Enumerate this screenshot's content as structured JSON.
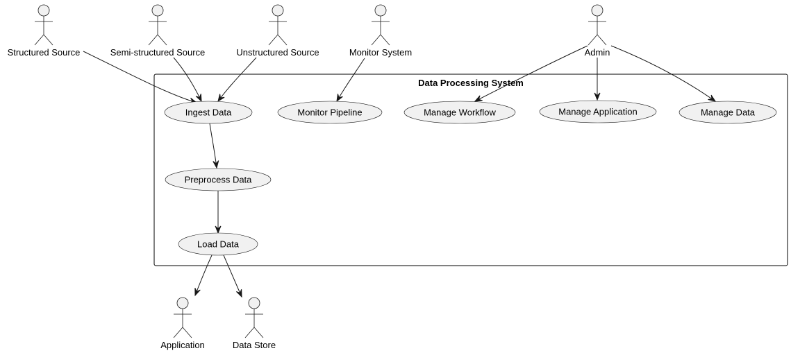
{
  "system": {
    "title": "Data Processing System"
  },
  "actors": [
    {
      "id": "structured_source",
      "label": "Structured Source"
    },
    {
      "id": "semi_structured_source",
      "label": "Semi-structured Source"
    },
    {
      "id": "unstructured_source",
      "label": "Unstructured Source"
    },
    {
      "id": "monitor_system",
      "label": "Monitor System"
    },
    {
      "id": "admin",
      "label": "Admin"
    },
    {
      "id": "application",
      "label": "Application"
    },
    {
      "id": "data_store",
      "label": "Data Store"
    }
  ],
  "use_cases": [
    {
      "id": "ingest_data",
      "label": "Ingest Data"
    },
    {
      "id": "monitor_pipeline",
      "label": "Monitor Pipeline"
    },
    {
      "id": "manage_workflow",
      "label": "Manage Workflow"
    },
    {
      "id": "manage_application",
      "label": "Manage Application"
    },
    {
      "id": "manage_data",
      "label": "Manage Data"
    },
    {
      "id": "preprocess_data",
      "label": "Preprocess Data"
    },
    {
      "id": "load_data",
      "label": "Load Data"
    }
  ],
  "relations": [
    {
      "from": "structured_source",
      "to": "ingest_data"
    },
    {
      "from": "semi_structured_source",
      "to": "ingest_data"
    },
    {
      "from": "unstructured_source",
      "to": "ingest_data"
    },
    {
      "from": "monitor_system",
      "to": "monitor_pipeline"
    },
    {
      "from": "admin",
      "to": "manage_workflow"
    },
    {
      "from": "admin",
      "to": "manage_application"
    },
    {
      "from": "admin",
      "to": "manage_data"
    },
    {
      "from": "ingest_data",
      "to": "preprocess_data"
    },
    {
      "from": "preprocess_data",
      "to": "load_data"
    },
    {
      "from": "load_data",
      "to": "application"
    },
    {
      "from": "load_data",
      "to": "data_store"
    }
  ],
  "colors": {
    "shape_fill": "#f1f1f1",
    "line": "#181818"
  }
}
